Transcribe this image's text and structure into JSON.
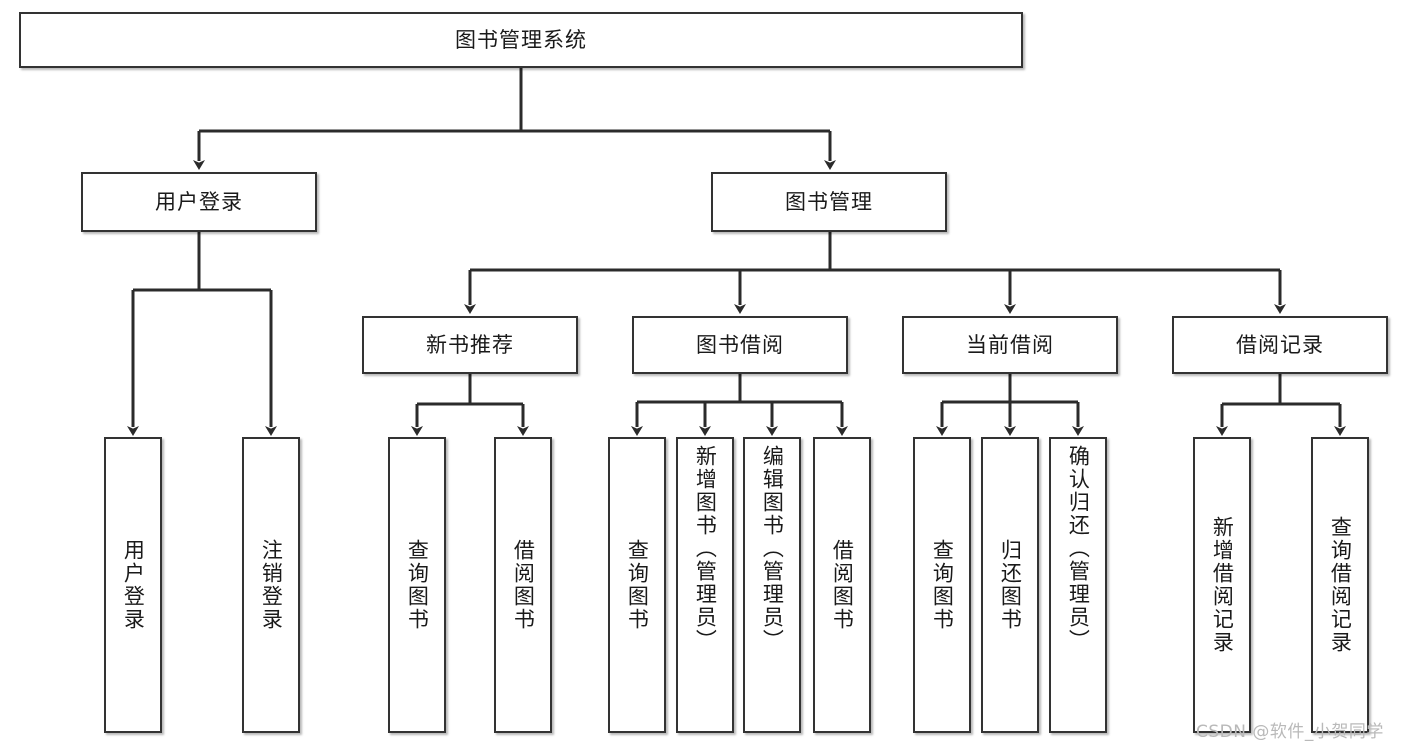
{
  "diagram": {
    "title": "图书管理系统",
    "type": "tree-hierarchy",
    "root": {
      "label": "图书管理系统"
    },
    "level2": [
      {
        "id": "user-login",
        "label": "用户登录"
      },
      {
        "id": "book-manage",
        "label": "图书管理"
      }
    ],
    "level3": [
      {
        "id": "new-book-recommend",
        "label": "新书推荐",
        "parent": "book-manage"
      },
      {
        "id": "book-borrow",
        "label": "图书借阅",
        "parent": "book-manage"
      },
      {
        "id": "current-borrow",
        "label": "当前借阅",
        "parent": "book-manage"
      },
      {
        "id": "borrow-record",
        "label": "借阅记录",
        "parent": "book-manage"
      }
    ],
    "leaves": [
      {
        "id": "leaf-user-login",
        "label": "用户登录",
        "parent": "user-login"
      },
      {
        "id": "leaf-user-logout",
        "label": "注销登录",
        "parent": "user-login"
      },
      {
        "id": "leaf-query-book-1",
        "label": "查询图书",
        "parent": "new-book-recommend"
      },
      {
        "id": "leaf-borrow-book-1",
        "label": "借阅图书",
        "parent": "new-book-recommend"
      },
      {
        "id": "leaf-query-book-2",
        "label": "查询图书",
        "parent": "book-borrow"
      },
      {
        "id": "leaf-add-book",
        "label": "新增图书（管理员）",
        "parent": "book-borrow"
      },
      {
        "id": "leaf-edit-book",
        "label": "编辑图书（管理员）",
        "parent": "book-borrow"
      },
      {
        "id": "leaf-borrow-book-2",
        "label": "借阅图书",
        "parent": "book-borrow"
      },
      {
        "id": "leaf-query-book-3",
        "label": "查询图书",
        "parent": "current-borrow"
      },
      {
        "id": "leaf-return-book",
        "label": "归还图书",
        "parent": "current-borrow"
      },
      {
        "id": "leaf-confirm-return",
        "label": "确认归还（管理员）",
        "parent": "current-borrow"
      },
      {
        "id": "leaf-add-record",
        "label": "新增借阅记录",
        "parent": "borrow-record"
      },
      {
        "id": "leaf-query-record",
        "label": "查询借阅记录",
        "parent": "borrow-record"
      }
    ],
    "colors": {
      "border": "#333333",
      "background": "#ffffff",
      "text": "#1a1a1a",
      "watermark": "#b9b9b9"
    }
  },
  "watermark": {
    "text": "CSDN @软件_小贺同学"
  }
}
